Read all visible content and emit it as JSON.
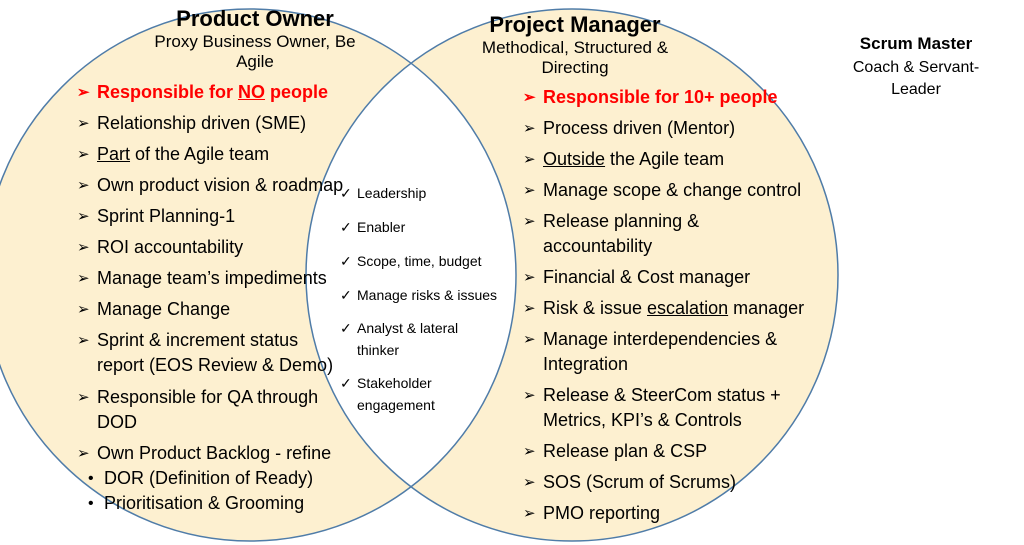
{
  "colors": {
    "circle_fill": "#fdf0d0",
    "circle_stroke": "#4f7ca8",
    "highlight": "#ff0000"
  },
  "product_owner": {
    "title": "Product Owner",
    "subtitle_line1": "Proxy Business Owner, Be",
    "subtitle_line2": "Agile",
    "items": [
      {
        "pre": "Responsible for ",
        "u": "NO",
        "post": " people",
        "red": true,
        "marker": "arrow"
      },
      {
        "pre": "Relationship driven (SME)",
        "u": "",
        "post": "",
        "marker": "arrow"
      },
      {
        "pre": "",
        "u": "Part",
        "post": " of the Agile team",
        "marker": "arrow"
      },
      {
        "pre": "Own product vision & roadmap",
        "u": "",
        "post": "",
        "marker": "arrow"
      },
      {
        "pre": "Sprint Planning-1",
        "u": "",
        "post": "",
        "marker": "arrow"
      },
      {
        "pre": "ROI accountability",
        "u": "",
        "post": "",
        "marker": "arrow"
      },
      {
        "pre": "Manage team’s impediments",
        "u": "",
        "post": "",
        "marker": "arrow"
      },
      {
        "pre": "Manage Change",
        "u": "",
        "post": "",
        "marker": "arrow"
      },
      {
        "pre": "Sprint & increment status",
        "u": "",
        "post": "",
        "line2": "report (EOS Review & Demo)",
        "marker": "arrow"
      },
      {
        "pre": "Responsible for QA through",
        "u": "",
        "post": "",
        "line2": "DOD",
        "marker": "arrow"
      },
      {
        "pre": "Own Product Backlog - refine",
        "u": "",
        "post": "",
        "marker": "arrow"
      },
      {
        "pre": "DOR (Definition of Ready)",
        "u": "",
        "post": "",
        "marker": "bullet"
      },
      {
        "pre": "Prioritisation & Grooming",
        "u": "",
        "post": "",
        "marker": "bullet"
      }
    ]
  },
  "project_manager": {
    "title": "Project Manager",
    "subtitle_line1": "Methodical, Structured &",
    "subtitle_line2": "Directing",
    "items": [
      {
        "pre": "Responsible for 10+ people",
        "u": "",
        "post": "",
        "red": true,
        "marker": "arrow"
      },
      {
        "pre": "Process driven (Mentor)",
        "u": "",
        "post": "",
        "marker": "arrow"
      },
      {
        "pre": "",
        "u": "Outside",
        "post": " the Agile team",
        "marker": "arrow"
      },
      {
        "pre": "Manage scope & change control",
        "u": "",
        "post": "",
        "marker": "arrow"
      },
      {
        "pre": "Release planning &",
        "u": "",
        "post": "",
        "line2": "accountability",
        "marker": "arrow"
      },
      {
        "pre": "Financial & Cost manager",
        "u": "",
        "post": "",
        "marker": "arrow"
      },
      {
        "pre": "Risk & issue ",
        "u": "escalation",
        "post": " manager",
        "marker": "arrow"
      },
      {
        "pre": "Manage interdependencies &",
        "u": "",
        "post": "",
        "line2": "Integration",
        "marker": "arrow"
      },
      {
        "pre": "Release & SteerCom status +",
        "u": "",
        "post": "",
        "line2": "Metrics, KPI’s & Controls",
        "marker": "arrow"
      },
      {
        "pre": "Release plan & CSP",
        "u": "",
        "post": "",
        "marker": "arrow"
      },
      {
        "pre": "SOS (Scrum of Scrums)",
        "u": "",
        "post": "",
        "marker": "arrow"
      },
      {
        "pre": "PMO reporting",
        "u": "",
        "post": "",
        "marker": "arrow"
      }
    ]
  },
  "shared": {
    "items": [
      {
        "line1": "Leadership"
      },
      {
        "line1": "Enabler"
      },
      {
        "line1": "Scope, time, budget"
      },
      {
        "line1": "Manage risks & issues"
      },
      {
        "line1": "Analyst & lateral",
        "line2": "thinker"
      },
      {
        "line1": "Stakeholder",
        "line2": "engagement"
      }
    ]
  },
  "scrum_master": {
    "title": "Scrum Master",
    "subtitle_line1": "Coach & Servant-",
    "subtitle_line2": "Leader"
  },
  "markers": {
    "arrow": "➢",
    "bullet": "•",
    "check": "✓"
  }
}
